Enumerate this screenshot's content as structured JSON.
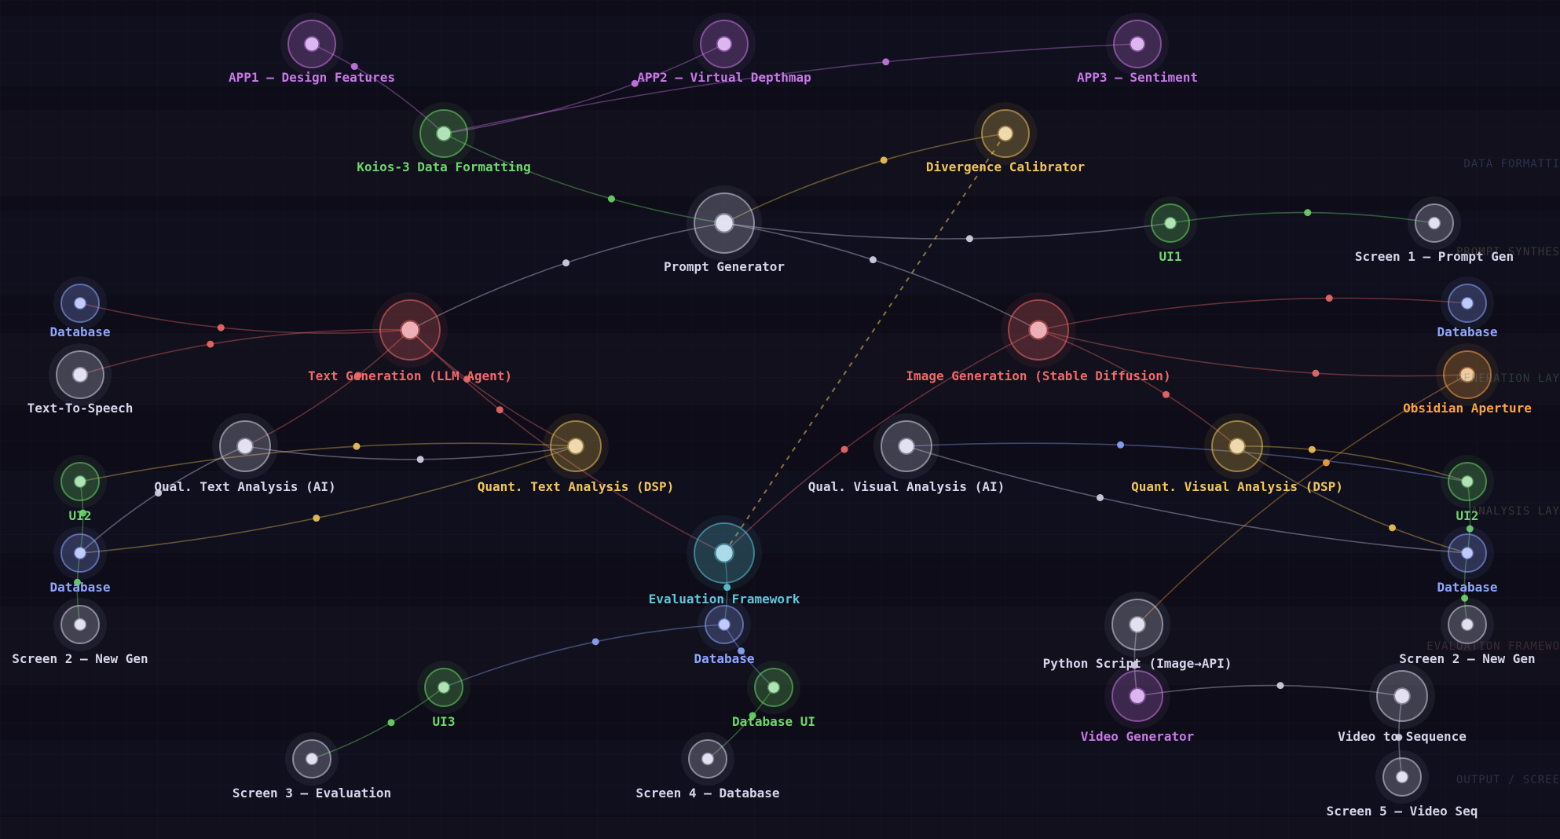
{
  "colors": {
    "background": "#0d0c18",
    "purple": "#c879e6",
    "green": "#6dd86a",
    "yellow": "#f2c55a",
    "white": "#d7d5ea",
    "red": "#f06a6a",
    "blue": "#8fa7ff",
    "orange": "#f8a443",
    "cyan": "#5ec8da"
  },
  "lanes": [
    {
      "name": "DATA FORMATTI",
      "color": "#5f6fa8"
    },
    {
      "name": "PROMPT SYNTHES",
      "color": "#8a7a60"
    },
    {
      "name": "GENERATION LAY",
      "color": "#5f8a7a"
    },
    {
      "name": "ANALYSIS LAY",
      "color": "#8a7a60"
    },
    {
      "name": "EVALUATION FRAMEWO",
      "color": "#8a5a6a"
    },
    {
      "name": "OUTPUT / SCREE",
      "color": "#5f6f8a"
    }
  ],
  "nodes": [
    {
      "id": "app1",
      "label": "APP1 — Design Features",
      "color": "purple",
      "icon": "app-node-icon"
    },
    {
      "id": "app2",
      "label": "APP2 — Virtual Depthmap",
      "color": "purple",
      "icon": "app-node-icon"
    },
    {
      "id": "app3",
      "label": "APP3 — Sentiment",
      "color": "purple",
      "icon": "app-node-icon"
    },
    {
      "id": "koios",
      "label": "Koios-3 Data Formatting",
      "color": "green",
      "icon": "format-node-icon"
    },
    {
      "id": "divergence",
      "label": "Divergence Calibrator",
      "color": "yellow",
      "icon": "calibrator-node-icon"
    },
    {
      "id": "prompt",
      "label": "Prompt Generator",
      "color": "white",
      "icon": "generator-node-icon"
    },
    {
      "id": "ui1",
      "label": "UI1",
      "color": "green",
      "icon": "ui-node-icon"
    },
    {
      "id": "screen1",
      "label": "Screen 1 — Prompt Gen",
      "color": "white",
      "icon": "screen-node-icon"
    },
    {
      "id": "db_l1",
      "label": "Database",
      "color": "blue",
      "icon": "database-node-icon"
    },
    {
      "id": "tts",
      "label": "Text-To-Speech",
      "color": "white",
      "icon": "speech-node-icon"
    },
    {
      "id": "textgen",
      "label": "Text Generation (LLM Agent)",
      "color": "red",
      "icon": "llm-node-icon"
    },
    {
      "id": "imagegen",
      "label": "Image Generation (Stable Diffusion)",
      "color": "red",
      "icon": "diffusion-node-icon"
    },
    {
      "id": "db_r1",
      "label": "Database",
      "color": "blue",
      "icon": "database-node-icon"
    },
    {
      "id": "obsidian",
      "label": "Obsidian Aperture",
      "color": "orange",
      "icon": "aperture-node-icon"
    },
    {
      "id": "ui2_l",
      "label": "UI2",
      "color": "green",
      "icon": "ui-node-icon"
    },
    {
      "id": "qualtext",
      "label": "Qual. Text Analysis (AI)",
      "color": "white",
      "icon": "analysis-node-icon"
    },
    {
      "id": "quanttext",
      "label": "Quant. Text Analysis (DSP)",
      "color": "yellow",
      "icon": "analysis-node-icon"
    },
    {
      "id": "qualvis",
      "label": "Qual. Visual Analysis (AI)",
      "color": "white",
      "icon": "analysis-node-icon"
    },
    {
      "id": "quantvis",
      "label": "Quant. Visual Analysis (DSP)",
      "color": "yellow",
      "icon": "analysis-node-icon"
    },
    {
      "id": "ui2_r",
      "label": "UI2",
      "color": "green",
      "icon": "ui-node-icon"
    },
    {
      "id": "db_l2",
      "label": "Database",
      "color": "blue",
      "icon": "database-node-icon"
    },
    {
      "id": "evalfw",
      "label": "Evaluation Framework",
      "color": "cyan",
      "icon": "evaluation-node-icon"
    },
    {
      "id": "db_r2",
      "label": "Database",
      "color": "blue",
      "icon": "database-node-icon"
    },
    {
      "id": "screen2_l",
      "label": "Screen 2 — New Gen",
      "color": "white",
      "icon": "screen-node-icon"
    },
    {
      "id": "db_c",
      "label": "Database",
      "color": "blue",
      "icon": "database-node-icon"
    },
    {
      "id": "python",
      "label": "Python Script (Image→API)",
      "color": "white",
      "icon": "script-node-icon"
    },
    {
      "id": "screen2_r",
      "label": "Screen 2 — New Gen",
      "color": "white",
      "icon": "screen-node-icon"
    },
    {
      "id": "ui3",
      "label": "UI3",
      "color": "green",
      "icon": "ui-node-icon"
    },
    {
      "id": "dbui",
      "label": "Database UI",
      "color": "green",
      "icon": "ui-node-icon"
    },
    {
      "id": "videogen",
      "label": "Video Generator",
      "color": "purple",
      "icon": "video-node-icon"
    },
    {
      "id": "video2seq",
      "label": "Video to Sequence",
      "color": "white",
      "icon": "sequence-node-icon"
    },
    {
      "id": "screen3",
      "label": "Screen 3 — Evaluation",
      "color": "white",
      "icon": "screen-node-icon"
    },
    {
      "id": "screen4",
      "label": "Screen 4 — Database",
      "color": "white",
      "icon": "screen-node-icon"
    },
    {
      "id": "screen5",
      "label": "Screen 5 — Video Seq",
      "color": "white",
      "icon": "screen-node-icon"
    }
  ],
  "edges": [
    {
      "from": "app1",
      "to": "koios",
      "color": "purple"
    },
    {
      "from": "koios",
      "to": "app2",
      "color": "purple"
    },
    {
      "from": "koios",
      "to": "app3",
      "color": "purple"
    },
    {
      "from": "koios",
      "to": "prompt",
      "color": "green"
    },
    {
      "from": "prompt",
      "to": "divergence",
      "color": "yellow"
    },
    {
      "from": "prompt",
      "to": "ui1",
      "color": "white"
    },
    {
      "from": "ui1",
      "to": "screen1",
      "color": "green"
    },
    {
      "from": "prompt",
      "to": "textgen",
      "color": "white"
    },
    {
      "from": "prompt",
      "to": "imagegen",
      "color": "white"
    },
    {
      "from": "db_l1",
      "to": "textgen",
      "color": "red"
    },
    {
      "from": "tts",
      "to": "textgen",
      "color": "red"
    },
    {
      "from": "textgen",
      "to": "quanttext",
      "color": "red"
    },
    {
      "from": "textgen",
      "to": "qualtext",
      "color": "red"
    },
    {
      "from": "textgen",
      "to": "evalfw",
      "color": "red"
    },
    {
      "from": "imagegen",
      "to": "db_r1",
      "color": "red"
    },
    {
      "from": "imagegen",
      "to": "obsidian",
      "color": "red"
    },
    {
      "from": "imagegen",
      "to": "quantvis",
      "color": "red"
    },
    {
      "from": "imagegen",
      "to": "evalfw",
      "color": "red"
    },
    {
      "from": "ui2_l",
      "to": "quanttext",
      "color": "yellow"
    },
    {
      "from": "qualtext",
      "to": "quanttext",
      "color": "white"
    },
    {
      "from": "db_l2",
      "to": "qualtext",
      "color": "white"
    },
    {
      "from": "db_l2",
      "to": "quanttext",
      "color": "yellow"
    },
    {
      "from": "ui2_l",
      "to": "db_l2",
      "color": "green"
    },
    {
      "from": "db_l2",
      "to": "screen2_l",
      "color": "green"
    },
    {
      "from": "qualvis",
      "to": "ui2_r",
      "color": "blue"
    },
    {
      "from": "qualvis",
      "to": "db_r2",
      "color": "white"
    },
    {
      "from": "quantvis",
      "to": "ui2_r",
      "color": "yellow"
    },
    {
      "from": "quantvis",
      "to": "db_r2",
      "color": "yellow"
    },
    {
      "from": "ui2_r",
      "to": "db_r2",
      "color": "green"
    },
    {
      "from": "db_r2",
      "to": "screen2_r",
      "color": "green"
    },
    {
      "from": "python",
      "to": "obsidian",
      "color": "orange"
    },
    {
      "from": "python",
      "to": "videogen",
      "color": "white"
    },
    {
      "from": "videogen",
      "to": "video2seq",
      "color": "white"
    },
    {
      "from": "video2seq",
      "to": "screen5",
      "color": "white"
    },
    {
      "from": "evalfw",
      "to": "db_c",
      "color": "cyan"
    },
    {
      "from": "db_c",
      "to": "ui3",
      "color": "blue"
    },
    {
      "from": "ui3",
      "to": "screen3",
      "color": "green"
    },
    {
      "from": "db_c",
      "to": "dbui",
      "color": "blue"
    },
    {
      "from": "dbui",
      "to": "screen4",
      "color": "green"
    },
    {
      "from": "evalfw",
      "to": "divergence",
      "color": "yellow",
      "dashed": true
    }
  ]
}
